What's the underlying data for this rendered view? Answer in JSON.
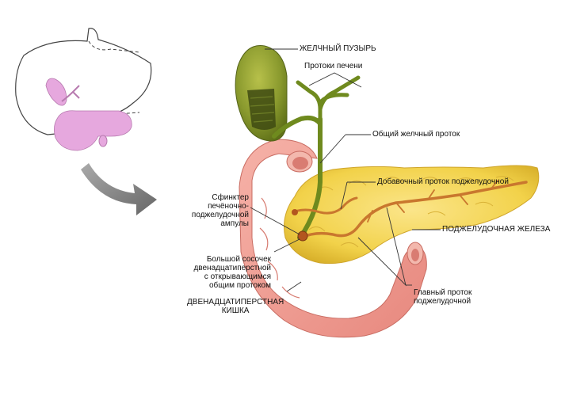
{
  "labels": {
    "gallbladder": "ЖЕЛЧНЫЙ ПУЗЫРЬ",
    "hepatic_ducts": "Протоки печени",
    "common_bile_duct": "Общий желчный проток",
    "accessory_duct": "Добавочный проток поджелудочной",
    "pancreas": "ПОДЖЕЛУДОЧНАЯ ЖЕЛЕЗА",
    "sphincter": "Сфинктер\nпечёночно-\nподжелудочной\nампулы",
    "papilla": "Большой сосочек\nдвенадцатиперстной\nс открывающимся\nобщим протоком",
    "duodenum": "ДВЕНАДЦАТИПЕРСТНАЯ\nКИШКА",
    "main_duct": "Главный проток\nподжелудочной"
  },
  "colors": {
    "gallbladder": "#8a9a2e",
    "bile_duct": "#6f8a1e",
    "pancreas": "#f2d24a",
    "duodenum": "#ee9a90",
    "duct_orange": "#c9772e",
    "inset_organ": "#e6a8de",
    "arrow": "#777777"
  }
}
